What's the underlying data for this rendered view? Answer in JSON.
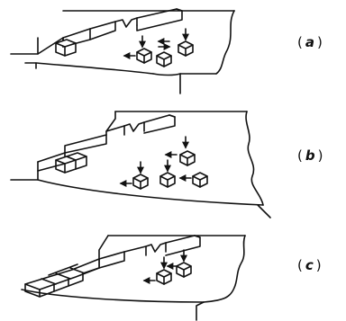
{
  "panels": [
    {
      "open": "(",
      "letter": "a",
      "close": ")"
    },
    {
      "open": "(",
      "letter": "b",
      "close": ")"
    },
    {
      "open": "(",
      "letter": "c",
      "close": ")"
    }
  ],
  "colors": {
    "ink": "#111111",
    "paper": "#ffffff"
  }
}
